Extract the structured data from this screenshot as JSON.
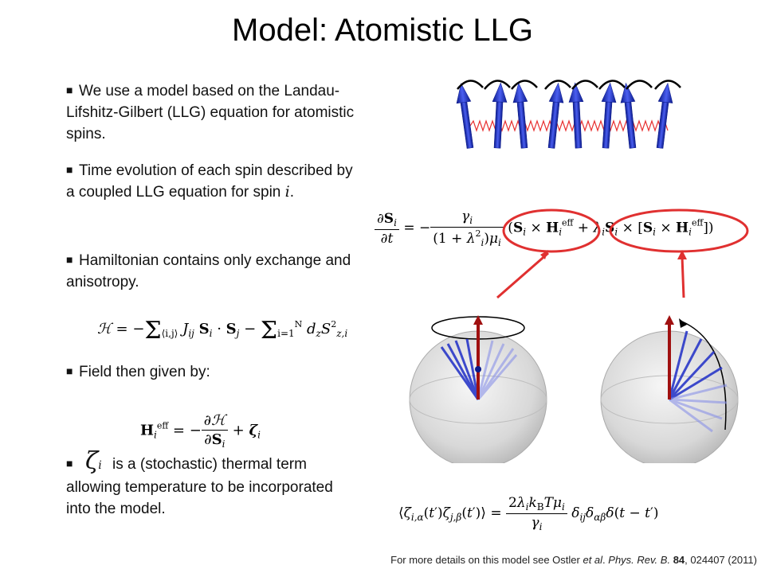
{
  "slide": {
    "title": "Model: Atomistic LLG",
    "bullets": [
      {
        "text": "We use a model based on the Landau-Lifshitz-Gilbert (LLG) equation for atomistic spins."
      },
      {
        "text_before": "Time evolution of each spin described by a coupled LLG equation for spin ",
        "var": "i",
        "text_after": "."
      },
      {
        "text": "Hamiltonian contains only exchange and anisotropy."
      },
      {
        "text": "Field then given by:"
      },
      {
        "symbol": "ζ",
        "symbol_sub": "i",
        "text": " is a (stochastic) thermal term allowing temperature to be incorporated into the model."
      }
    ],
    "footer": {
      "prefix": "For more details on this model see Ostler ",
      "etal": "et al",
      "dot": ". ",
      "journal": "Phys. Rev. B.",
      "volume": " 84",
      "rest": ", 024407 (2011)"
    },
    "equations": {
      "hamiltonian": "ℋ = −Σ⟨i,j⟩ Jij Si · Sj − Σi=1..N dz S²z,i",
      "field": "Hieff = −∂ℋ/∂Si + ζi",
      "llg": "∂Si/∂t = −γi/((1+λi²)μi) (Si × Hieff + λiSi × [Si × Hieff])",
      "noise": "⟨ζi,α(t′)ζj,β(t′)⟩ = 2λi kB T μi/γi δij δαβ δ(t − t′)"
    },
    "colors": {
      "spin_blue": "#1f2fb8",
      "spring_red": "#e83030",
      "highlight_red": "#e03030",
      "field_arrow": "#a01010"
    }
  }
}
